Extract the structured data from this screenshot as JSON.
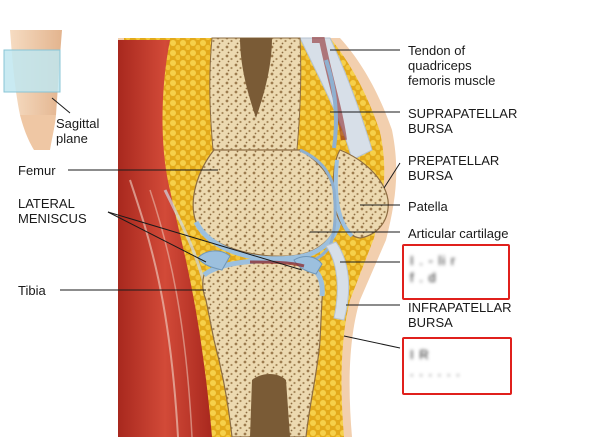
{
  "inset": {
    "label_line1": "Sagittal",
    "label_line2": "plane"
  },
  "labels": {
    "tendon_line1": "Tendon of",
    "tendon_line2": "quadriceps",
    "tendon_line3": "femoris muscle",
    "suprapatellar_line1": "SUPRAPATELLAR",
    "suprapatellar_line2": "BURSA",
    "prepatellar_line1": "PREPATELLAR",
    "prepatellar_line2": "BURSA",
    "patella": "Patella",
    "articular_cartilage": "Articular cartilage",
    "infrapatellar_line1": "INFRAPATELLAR",
    "infrapatellar_line2": "BURSA",
    "femur": "Femur",
    "lateral_meniscus_line1": "LATERAL",
    "lateral_meniscus_line2": "MENISCUS",
    "tibia": "Tibia"
  },
  "hidden_answers": {
    "box1_line1": "I   .  -  li  r",
    "box1_line2": "f    .  d",
    "box2_line1": "I         R",
    "box2_line2": "  .  .  .  . .  ."
  },
  "colors": {
    "bone": "#ecd9b0",
    "spongy_bone": "#a88a5c",
    "muscle": "#c23a2c",
    "fat": "#f1c232",
    "cartilage": "#aac8e0",
    "skin": "#f3d6b8",
    "leader_line": "#1a1a1a",
    "highlight_box": "#e0201c"
  }
}
